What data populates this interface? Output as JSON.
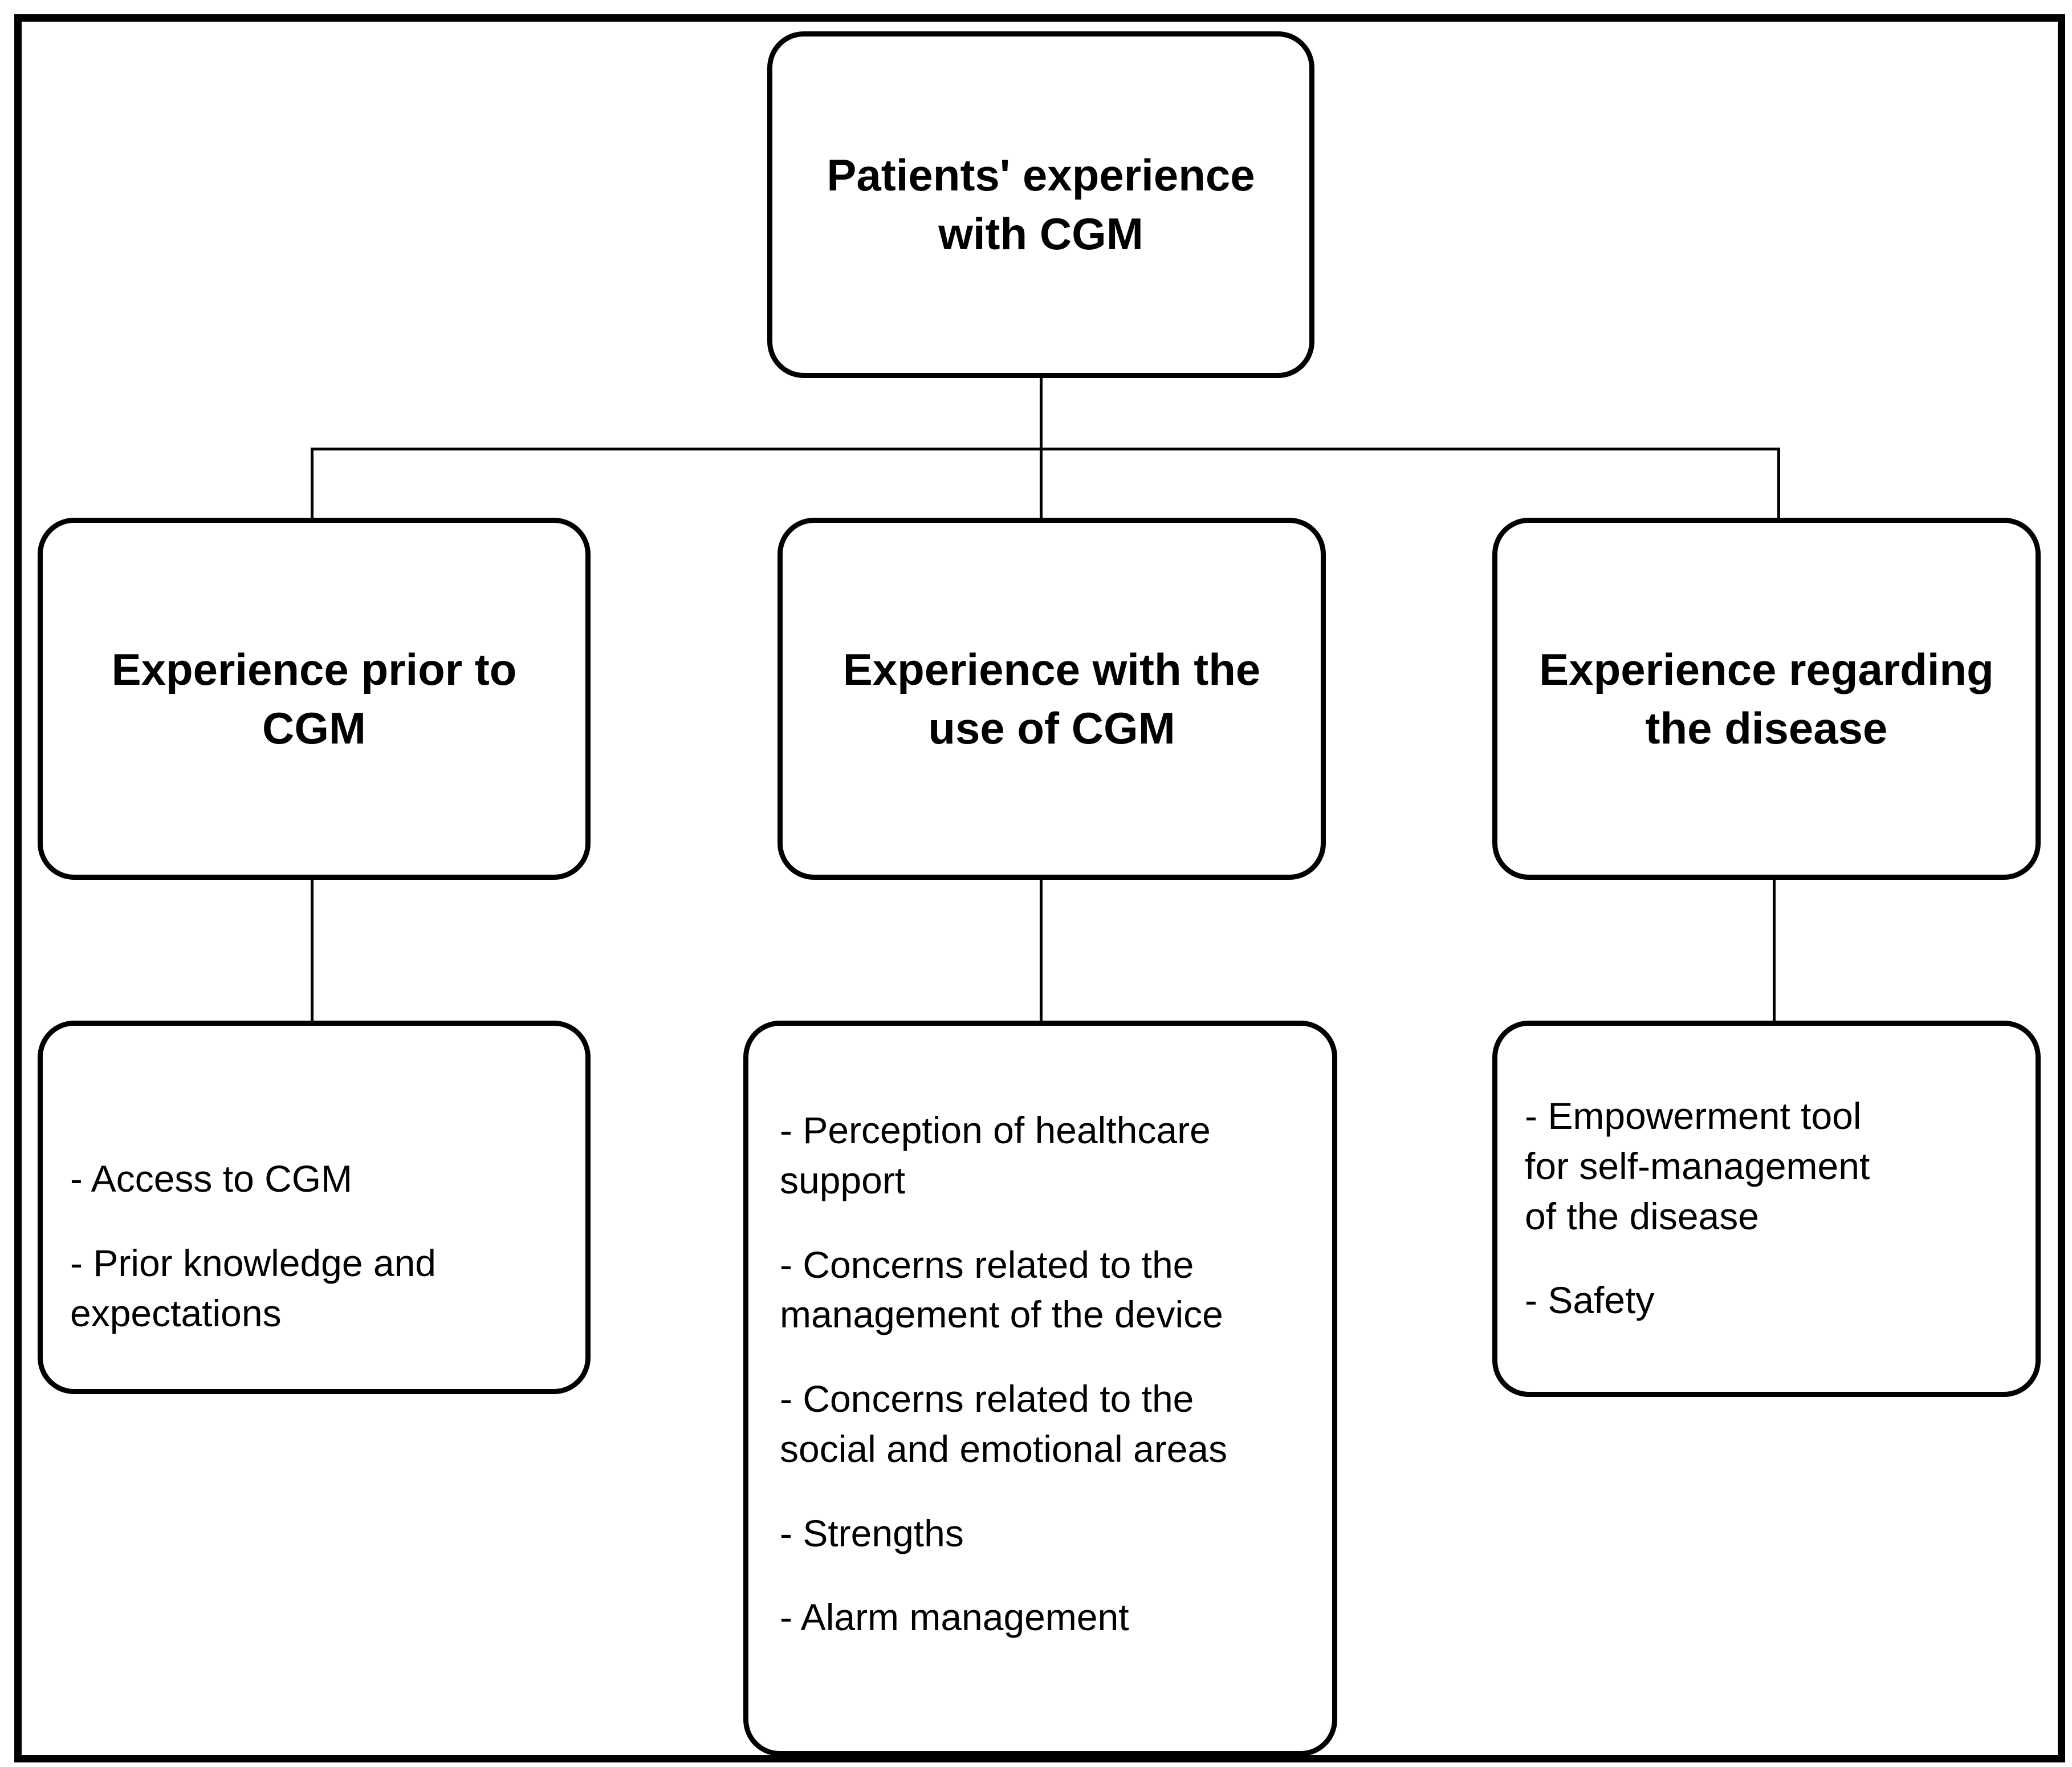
{
  "diagram": {
    "root": {
      "title": "Patients' experience with CGM"
    },
    "branches": [
      {
        "title": "Experience prior to CGM",
        "items": [
          "- Access to CGM",
          "- Prior knowledge and expectations"
        ]
      },
      {
        "title": "Experience with the use of CGM",
        "items": [
          "- Perception of healthcare support",
          "- Concerns related to the management of the device",
          "- Concerns related to the social and emotional areas",
          "- Strengths",
          "- Alarm management"
        ]
      },
      {
        "title": "Experience regarding the disease",
        "items": [
          "- Empowerment tool for self-management of the disease",
          "- Safety"
        ]
      }
    ],
    "colors": {
      "ink": "#000000",
      "paper": "#ffffff"
    }
  }
}
